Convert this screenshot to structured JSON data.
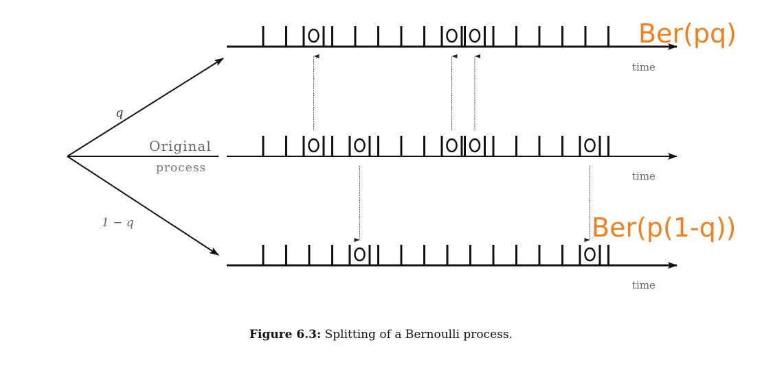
{
  "diagram": {
    "split_prob_label": "q",
    "complement_prob_label": "1 − q",
    "original_label_line1": "Original",
    "original_label_line2": "process",
    "time_label": "time",
    "top_annotation": "Ber(pq)",
    "bottom_annotation": "Ber(p(1-q))",
    "annotation_color": "#f08020",
    "slot_count": 16,
    "original_arrivals": [
      2,
      4,
      8,
      9,
      14
    ],
    "top_arrivals": [
      2,
      8,
      9
    ],
    "bottom_arrivals": [
      4,
      14
    ]
  },
  "caption": {
    "label": "Figure 6.3:",
    "text": "Splitting of a Bernoulli process."
  }
}
